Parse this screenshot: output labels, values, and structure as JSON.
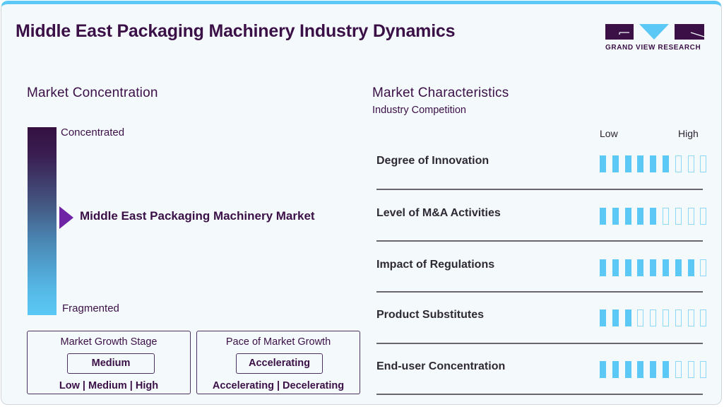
{
  "header": {
    "title": "Middle East Packaging Machinery Industry Dynamics",
    "logo_text": "GRAND VIEW RESEARCH"
  },
  "colors": {
    "accent_blue": "#5bc8f5",
    "brand_purple": "#3a1046",
    "marker_purple": "#6f23a5",
    "background": "#f4f9fc"
  },
  "market_concentration": {
    "heading": "Market Concentration",
    "top_label": "Concentrated",
    "bottom_label": "Fragmented",
    "marker_label": "Middle East Packaging Machinery Market",
    "marker_position_pct": 47
  },
  "growth_stage": {
    "title": "Market Growth Stage",
    "value": "Medium",
    "options": "Low | Medium | High"
  },
  "growth_pace": {
    "title": "Pace of Market Growth",
    "value": "Accelerating",
    "options": "Accelerating | Decelerating"
  },
  "market_characteristics": {
    "heading": "Market Characteristics",
    "subheading": "Industry Competition",
    "scale_low": "Low",
    "scale_high": "High",
    "max_score": 9,
    "rows": [
      {
        "label": "Degree of Innovation",
        "score": 6
      },
      {
        "label": "Level of M&A Activities",
        "score": 5
      },
      {
        "label": "Impact of Regulations",
        "score": 8
      },
      {
        "label": "Product Substitutes",
        "score": 3
      },
      {
        "label": "End-user Concentration",
        "score": 6
      }
    ]
  },
  "chart_data": {
    "type": "table",
    "title": "Middle East Packaging Machinery Industry Dynamics",
    "market_concentration": {
      "scale": [
        "Fragmented",
        "Concentrated"
      ],
      "position": "middle",
      "value_pct": 47
    },
    "market_growth_stage": {
      "selected": "Medium",
      "options": [
        "Low",
        "Medium",
        "High"
      ]
    },
    "pace_of_market_growth": {
      "selected": "Accelerating",
      "options": [
        "Accelerating",
        "Decelerating"
      ]
    },
    "characteristics": {
      "scale": [
        0,
        9
      ],
      "categories": [
        "Degree of Innovation",
        "Level of M&A Activities",
        "Impact of Regulations",
        "Product Substitutes",
        "End-user Concentration"
      ],
      "values": [
        6,
        5,
        8,
        3,
        6
      ]
    }
  }
}
